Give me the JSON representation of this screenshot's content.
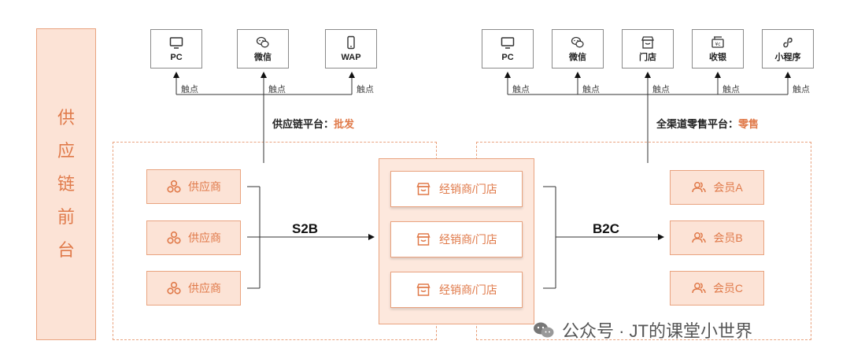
{
  "side_title": [
    "供",
    "应",
    "链",
    "前",
    "台"
  ],
  "left_channels": [
    {
      "label": "PC",
      "icon": "monitor-icon"
    },
    {
      "label": "微信",
      "icon": "wechat-icon"
    },
    {
      "label": "WAP",
      "icon": "phone-icon"
    }
  ],
  "right_channels": [
    {
      "label": "PC",
      "icon": "monitor-icon"
    },
    {
      "label": "微信",
      "icon": "wechat-icon"
    },
    {
      "label": "门店",
      "icon": "store-icon"
    },
    {
      "label": "收银",
      "icon": "cash-register-icon"
    },
    {
      "label": "小程序",
      "icon": "mini-program-icon"
    }
  ],
  "touch_label": "触点",
  "left_platform": {
    "prefix": "供应链平台：",
    "highlight": "批发"
  },
  "right_platform": {
    "prefix": "全渠道零售平台：",
    "highlight": "零售"
  },
  "suppliers": [
    "供应商",
    "供应商",
    "供应商"
  ],
  "dealers": [
    "经销商/门店",
    "经销商/门店",
    "经销商/门店"
  ],
  "members": [
    "会员A",
    "会员B",
    "会员C"
  ],
  "flow_left": "S2B",
  "flow_right": "B2C",
  "watermark": "公众号 · JT的课堂小世界",
  "colors": {
    "accent": "#e07a4a",
    "fill": "#fce3d6",
    "border": "#e9a37f"
  }
}
